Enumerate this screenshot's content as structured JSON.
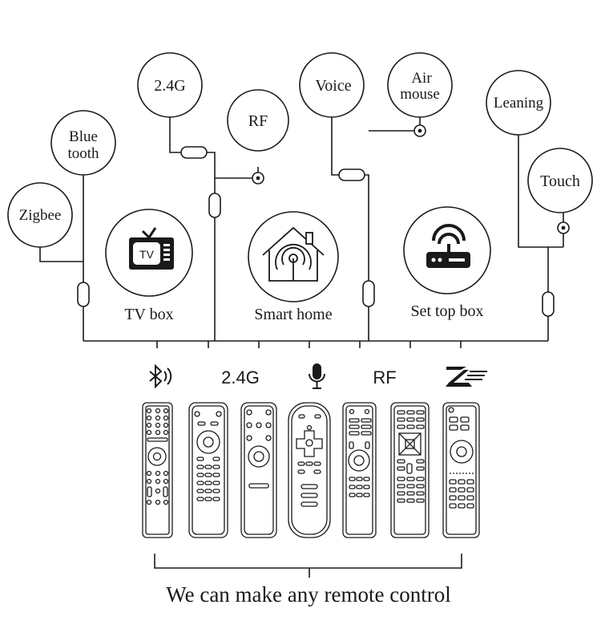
{
  "features": [
    {
      "key": "zigbee",
      "lines": [
        "Zigbee"
      ]
    },
    {
      "key": "bluetooth",
      "lines": [
        "Blue",
        "tooth"
      ]
    },
    {
      "key": "2_4g",
      "lines": [
        "2.4G"
      ]
    },
    {
      "key": "rf",
      "lines": [
        "RF"
      ]
    },
    {
      "key": "voice",
      "lines": [
        "Voice"
      ]
    },
    {
      "key": "air_mouse",
      "lines": [
        "Air",
        "mouse"
      ]
    },
    {
      "key": "leaning",
      "lines": [
        "Leaning"
      ]
    },
    {
      "key": "touch",
      "lines": [
        "Touch"
      ]
    }
  ],
  "devices": [
    {
      "key": "tv_box",
      "label": "TV box",
      "icon": "tv-icon",
      "icon_text": "TV"
    },
    {
      "key": "smart_home",
      "label": "Smart home",
      "icon": "smart-home-icon"
    },
    {
      "key": "set_top_box",
      "label": "Set top box",
      "icon": "router-icon"
    }
  ],
  "connectivity": [
    {
      "key": "bluetooth",
      "icon": "bluetooth-icon",
      "text": ""
    },
    {
      "key": "2_4g",
      "icon": "",
      "text": "2.4G"
    },
    {
      "key": "voice",
      "icon": "microphone-icon",
      "text": ""
    },
    {
      "key": "rf",
      "icon": "",
      "text": "RF"
    },
    {
      "key": "speed",
      "icon": "speed-z-icon",
      "text": ""
    }
  ],
  "remotes": [
    "remote-1",
    "remote-2",
    "remote-3",
    "remote-4",
    "remote-5",
    "remote-6",
    "remote-7"
  ],
  "footer": {
    "text": "We can make any remote control"
  },
  "colors": {
    "ink": "#1a1a1a",
    "background": "#ffffff"
  }
}
